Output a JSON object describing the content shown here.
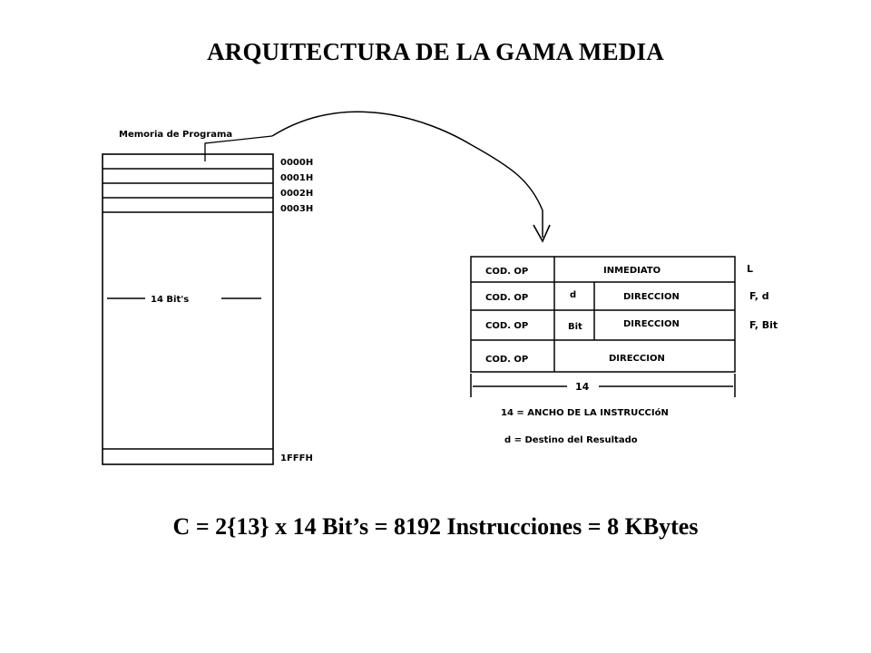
{
  "title": "ARQUITECTURA DE LA GAMA MEDIA",
  "memory": {
    "label": "Memoria de Programa",
    "addresses": [
      "0000H",
      "0001H",
      "0002H",
      "0003H"
    ],
    "last_address": "1FFFH",
    "width_label": "14 Bit's"
  },
  "formats": [
    {
      "opcode": "COD. OP",
      "operand": "INMEDIATO",
      "field": "",
      "tag": "L"
    },
    {
      "opcode": "COD. OP",
      "operand": "DIRECCION",
      "field": "d",
      "tag": "F,  d"
    },
    {
      "opcode": "COD. OP",
      "operand": "DIRECCION",
      "field": "Bit",
      "tag": "F,  Bit"
    },
    {
      "opcode": "COD. OP",
      "operand": "DIRECCION",
      "field": "",
      "tag": ""
    }
  ],
  "width_value": "14",
  "notes": [
    "14 = ANCHO DE LA INSTRUCCIóN",
    "d = Destino del Resultado"
  ],
  "formula": "C = 2{13} x 14 Bit’s  = 8192 Instrucciones = 8 KBytes"
}
